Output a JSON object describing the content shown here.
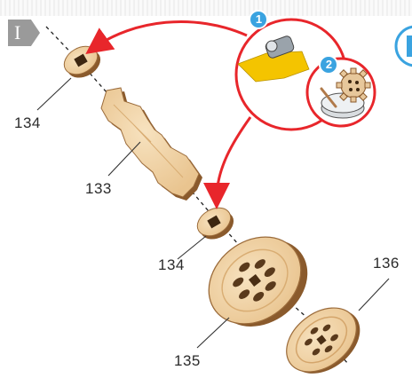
{
  "step": {
    "number": "I"
  },
  "parts": [
    {
      "id": "upper-spacer",
      "label": "134"
    },
    {
      "id": "axle-block",
      "label": "133"
    },
    {
      "id": "lower-spacer",
      "label": "134"
    },
    {
      "id": "large-wheel",
      "label": "135"
    },
    {
      "id": "small-wheel",
      "label": "136"
    }
  ],
  "callout": {
    "steps": [
      {
        "number": "1",
        "icon": "glue-tube-icon"
      },
      {
        "number": "2",
        "icon": "gear-pot-icon"
      }
    ]
  },
  "colors": {
    "arrow": "#e8262b",
    "step_badge": "#9a9a9a",
    "step_circle": "#3aa3e0",
    "wood_face": "#f2d7ac",
    "wood_edge": "#8a5a2c",
    "glue": "#f4c400"
  }
}
